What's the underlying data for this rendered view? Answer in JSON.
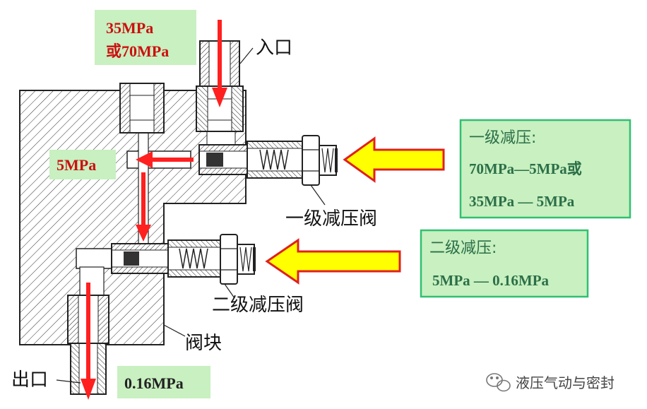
{
  "labels": {
    "inlet_pressure_line1": "35MPa",
    "inlet_pressure_line2": "或70MPa",
    "inlet": "入口",
    "mid_pressure": "5MPa",
    "valve1": "一级减压阀",
    "valve2": "二级减压阀",
    "block": "阀块",
    "outlet": "出口",
    "outlet_pressure": "0.16MPa"
  },
  "stage1_box": {
    "title": "一级减压:",
    "line1": "70MPa—5MPa或",
    "line2": "35MPa — 5MPa"
  },
  "stage2_box": {
    "title": "二级减压:",
    "line1": "5MPa — 0.16MPa"
  },
  "watermark": {
    "text": "液压气动与密封",
    "icon": "wechat-icon"
  },
  "colors": {
    "flow_arrow": "#ff2020",
    "input_arrow_fill": "#ffff00",
    "input_arrow_stroke": "#e02020",
    "label_box_fill": "#c8f0c0",
    "label_box_stroke": "#30c070",
    "box_text": "#2c6f48",
    "pressure_text": "#cc1010",
    "outlet_text": "#222222"
  }
}
